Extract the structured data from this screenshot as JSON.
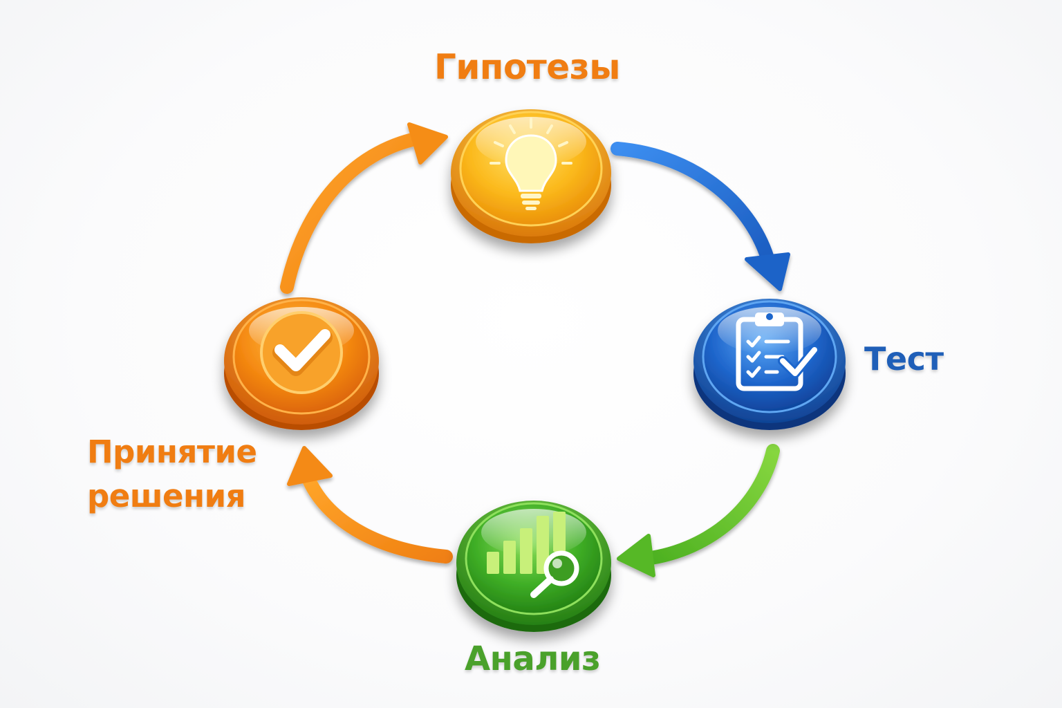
{
  "diagram": {
    "type": "cycle",
    "steps": [
      {
        "id": "hypotheses",
        "label": "Гипотезы",
        "icon": "lightbulb-icon",
        "color": "#f5a416"
      },
      {
        "id": "test",
        "label": "Тест",
        "icon": "clipboard-checklist-icon",
        "color": "#1e63c6"
      },
      {
        "id": "analysis",
        "label": "Анализ",
        "icon": "bar-chart-magnifier-icon",
        "color": "#49b52c"
      },
      {
        "id": "decision",
        "label_line1": "Принятие",
        "label_line2": "решения",
        "icon": "checkmark-icon",
        "color": "#f27d12"
      }
    ],
    "arrows": [
      {
        "from": "hypotheses",
        "to": "test",
        "color": "#2f7de0"
      },
      {
        "from": "test",
        "to": "analysis",
        "color": "#6cc531"
      },
      {
        "from": "analysis",
        "to": "decision",
        "color": "#f7931d"
      },
      {
        "from": "decision",
        "to": "hypotheses",
        "color": "#f7931d"
      }
    ]
  }
}
